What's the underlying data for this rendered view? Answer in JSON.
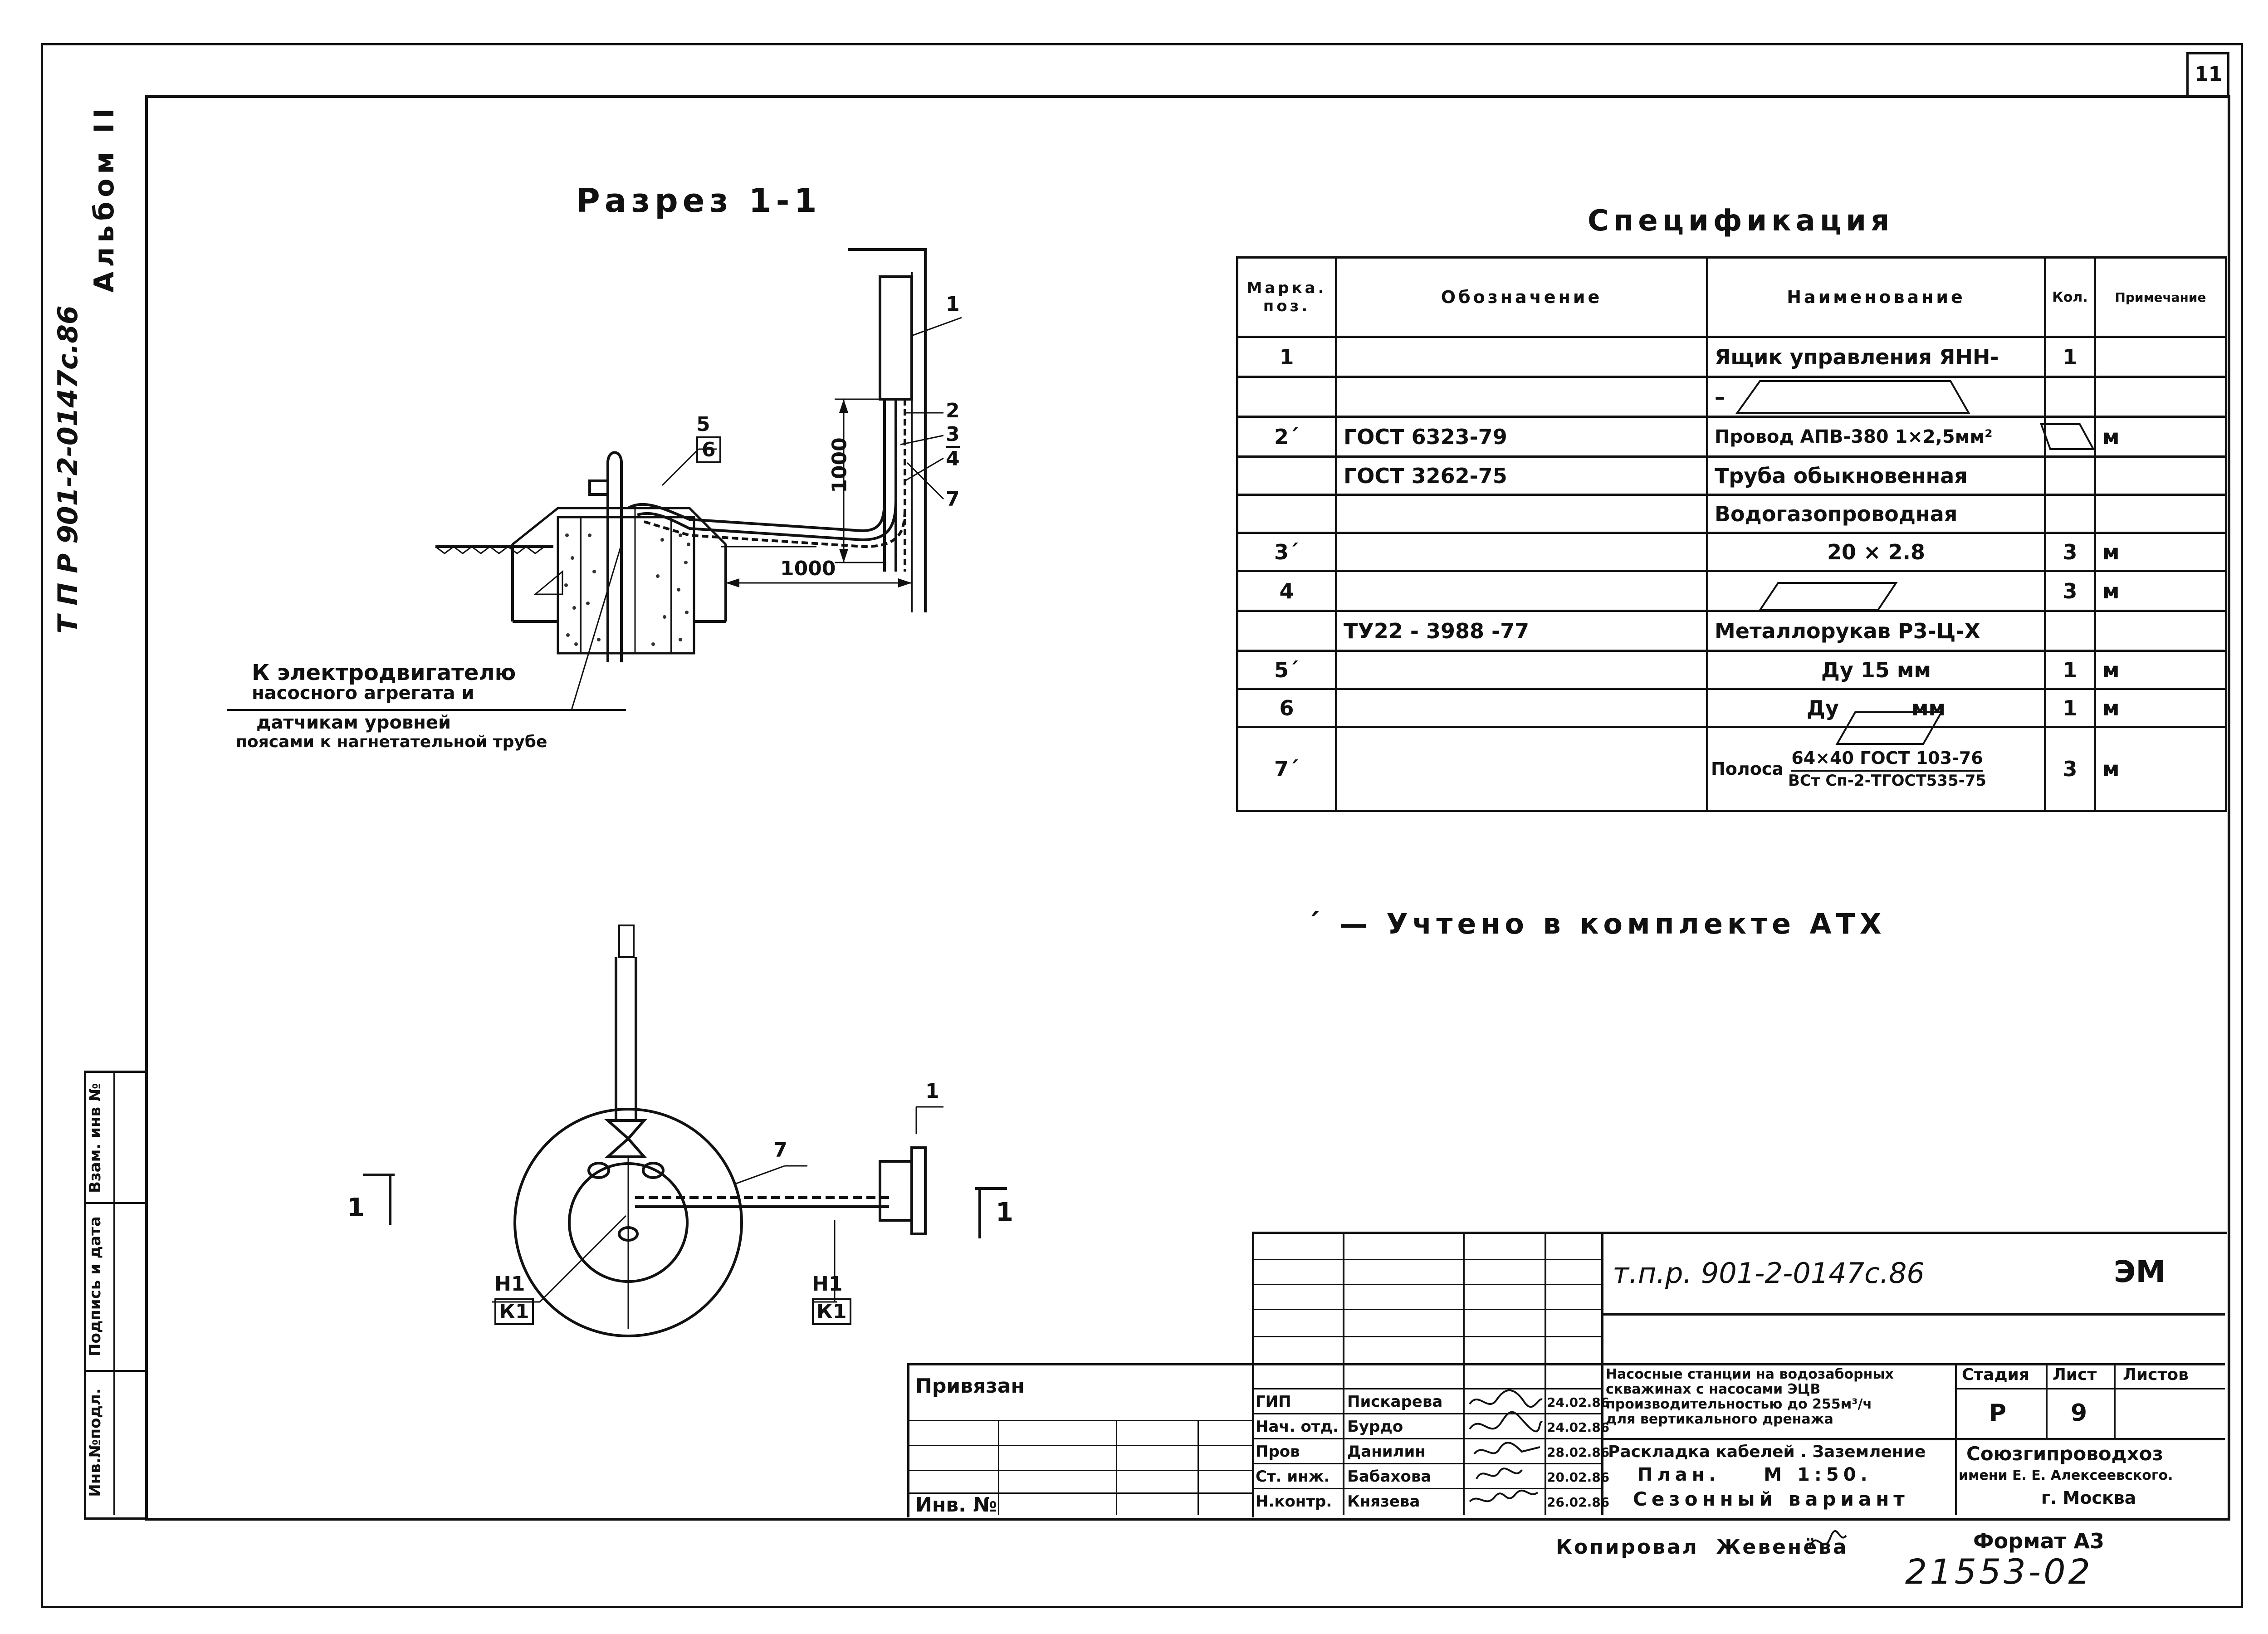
{
  "sheet": {
    "sheet_number": "11",
    "side_code": "Т П Р 901-2-0147с.86",
    "album": "Альбом II",
    "side_stamp": [
      "Инв.№подл.",
      "Подпись и дата",
      "Взам. инв №"
    ]
  },
  "drawing": {
    "section_title": "Разрез 1-1",
    "dimension_vertical": "1000",
    "dimension_horizontal": "1000",
    "callouts": [
      "1",
      "2",
      "3",
      "4",
      "5",
      "6",
      "7"
    ],
    "note_motor": [
      "К электродвигателю",
      "насосного агрегата и",
      "датчикам уровней",
      "поясами к нагнетательной трубе"
    ],
    "plan_callouts": [
      "1",
      "7"
    ],
    "section_marks_left": "1",
    "section_marks_right": "1",
    "label_h1_left": "Н1",
    "label_k1_left": "К1",
    "label_h1_right": "Н1",
    "label_k1_right": "К1"
  },
  "spec": {
    "title": "Спецификация",
    "headers": [
      "Марка. поз.",
      "Обозначение",
      "Наименование",
      "Кол.",
      "Примечание"
    ],
    "rows": [
      {
        "pos": "1",
        "code": "",
        "name": "Ящик управления ЯНН-",
        "qty": "1",
        "note": ""
      },
      {
        "pos": "",
        "code": "",
        "name": "–",
        "qty": "",
        "note": ""
      },
      {
        "pos": "2´",
        "code": "ГОСТ 6323-79",
        "name": "Провод АПВ-380 1×2,5мм²",
        "qty": "",
        "note": "м"
      },
      {
        "pos": "",
        "code": "ГОСТ 3262-75",
        "name": "Труба обыкновенная",
        "qty": "",
        "note": ""
      },
      {
        "pos": "",
        "code": "",
        "name": "Водогазопроводная",
        "qty": "",
        "note": ""
      },
      {
        "pos": "3´",
        "code": "",
        "name": "20 × 2.8",
        "qty": "3",
        "note": "м"
      },
      {
        "pos": "4",
        "code": "",
        "name": "",
        "qty": "3",
        "note": "м"
      },
      {
        "pos": "",
        "code": "ТУ22 - 3988 -77",
        "name": "Металлорукав Р3-Ц-Х",
        "qty": "",
        "note": ""
      },
      {
        "pos": "5´",
        "code": "",
        "name": "Ду 15 мм",
        "qty": "1",
        "note": "м"
      },
      {
        "pos": "6",
        "code": "",
        "name": "Ду          мм",
        "qty": "1",
        "note": "м"
      },
      {
        "pos": "7´",
        "code": "",
        "name_top": "Полоса",
        "name_frac_top": "64×40 ГОСТ 103-76",
        "name_frac_bottom": "ВСт Сп-2-ТГОСТ535-75",
        "qty": "3",
        "note": "м"
      }
    ],
    "footnote": "´ — Учтено в комплекте АТХ"
  },
  "titleblock": {
    "doc_code": "т.п.р. 901-2-0147с.86",
    "mark": "ЭМ",
    "privyazan": "Привязан",
    "inv": "Инв. №",
    "roles": [
      "ГИП",
      "Нач. отд.",
      "Пров",
      "Ст. инж.",
      "Н.контр."
    ],
    "names": [
      "Пискарева",
      "Бурдо",
      "Данилин",
      "Бабахова",
      "Князева"
    ],
    "dates": [
      "24.02.86",
      "24.02.86",
      "28.02.86",
      "20.02.86",
      "26.02.86"
    ],
    "project": [
      "Насосные станции на водозаборных",
      "скважинах с насосами ЭЦВ",
      "производительностью до 255м³/ч",
      "для вертикального дренажа"
    ],
    "sheet_title": [
      "Раскладка кабелей . Заземление",
      "План.    М 1:50.",
      "Сезонный вариант"
    ],
    "stage_label": "Стадия",
    "stage": "Р",
    "list_label": "Лист",
    "list": "9",
    "lists_label": "Листов",
    "lists": "",
    "org": [
      "Союзгипроводхоз",
      "имени Е. Е. Алексеевского.",
      "г. Москва"
    ],
    "copied": "Копировал  Жевенёва",
    "format": "Формат А3",
    "archive": "21553-02"
  }
}
